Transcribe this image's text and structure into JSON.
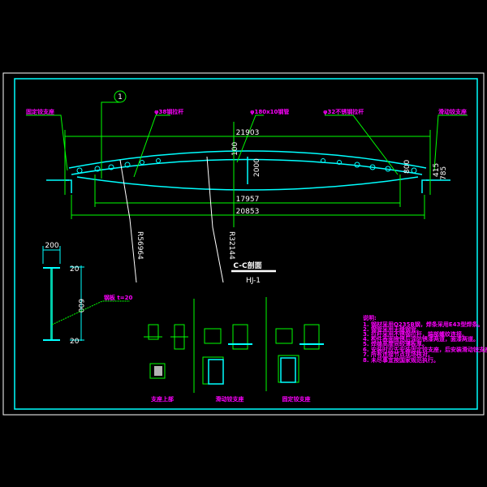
{
  "colors": {
    "background": "#000000",
    "frame": "#00ffff",
    "dimension": "#00ff00",
    "label": "#ff00ff",
    "text": "#ffffff"
  },
  "elevation": {
    "callouts": [
      "固定铰支座",
      "φ38钢拉杆",
      "φ180x10钢管",
      "φ32不锈钢拉杆",
      "滑动铰支座"
    ],
    "detail_marker": "1",
    "dims": {
      "top": "21903",
      "mid": "17957",
      "bottom": "20853",
      "center_small": "100",
      "center_height": "2000",
      "right_depth": "800",
      "right_a": "415",
      "right_b": "785"
    },
    "radius_labels": [
      "R56964",
      "R32144"
    ]
  },
  "title": {
    "section": "C-C剖面",
    "code": "HJ-1"
  },
  "column_detail": {
    "width_dim": "200",
    "height_dim": "600",
    "top_mark": "20",
    "bottom_mark": "20",
    "plate_label": "钢板 t=20"
  },
  "details": [
    {
      "label": "支座上部"
    },
    {
      "label": "滑动铰支座"
    },
    {
      "label": "固定铰支座"
    }
  ],
  "notes": {
    "heading": "说明:",
    "items": [
      "1. 钢材采用Q235B钢，焊条采用E43型焊条。",
      "2. 钢管采用无缝钢管。",
      "3. 拉杆采用不锈钢拉杆，端部螺纹连接。",
      "4. 构件表面除锈后涂防锈漆两道，面漆两道。",
      "5. 焊缝高度同较薄板厚。",
      "6. 安装时应先安装固定铰支座，后安装滑动铰支座并调整。",
      "7. 所有连接节点现场核对。",
      "8. 未尽事宜按国家规范执行。"
    ]
  }
}
